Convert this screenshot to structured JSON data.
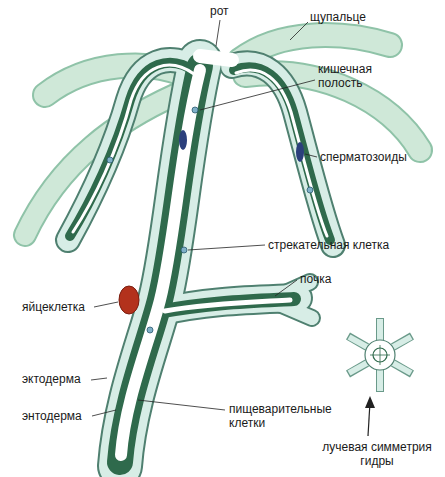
{
  "diagram": {
    "labels": [
      "рот",
      "щупальце",
      "кишечная полость",
      "сперматозоиды",
      "стрекательная клетка",
      "почка",
      "яйцеклетка",
      "эктодерма",
      "энтодерма",
      "пищеварительные клетки",
      "лучевая симметрия гидры"
    ]
  }
}
